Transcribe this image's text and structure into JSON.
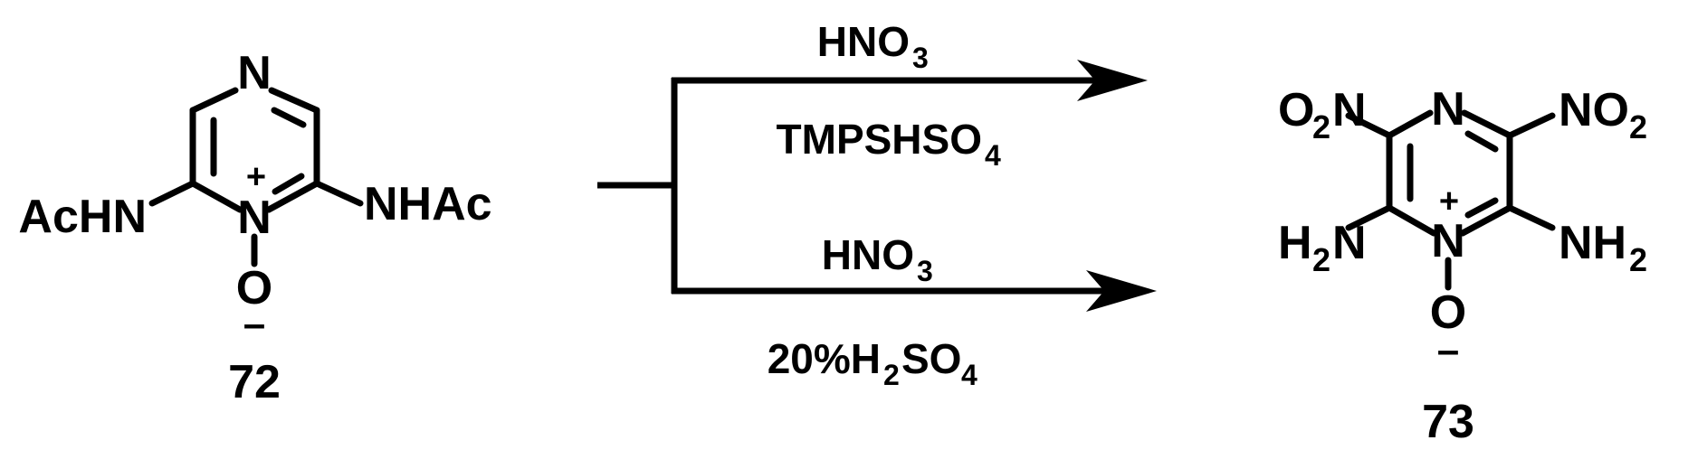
{
  "reactant": {
    "label": "72",
    "atoms": {
      "ring_n_top": "N",
      "ring_n_bottom": "N",
      "charge_plus": "+",
      "oxide": "O",
      "charge_minus": "–",
      "left_sub": "AcHN",
      "right_sub": "NHAc"
    }
  },
  "conditions": {
    "upper": {
      "reagent": "HNO",
      "reagent_sub": "3",
      "additive": "TMPSHSO",
      "additive_sub": "4"
    },
    "lower": {
      "reagent": "HNO",
      "reagent_sub": "3",
      "additive_pre": "20%H",
      "additive_sub1": "2",
      "additive_mid": "SO",
      "additive_sub2": "4"
    }
  },
  "product": {
    "label": "73",
    "atoms": {
      "ring_n_top": "N",
      "ring_n_bottom": "N",
      "charge_plus": "+",
      "oxide": "O",
      "charge_minus": "–",
      "nitro_left_o": "O",
      "nitro_left_o_sub": "2",
      "nitro_left_n": "N",
      "nitro_right": "NO",
      "nitro_right_sub": "2",
      "amino_left_h": "H",
      "amino_left_h_sub": "2",
      "amino_left_n": "N",
      "amino_right": "NH",
      "amino_right_sub": "2"
    }
  }
}
